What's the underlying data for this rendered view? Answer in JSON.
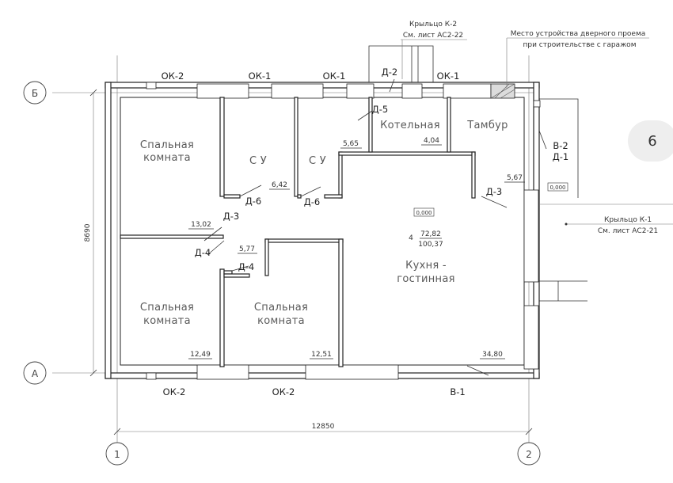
{
  "axes": {
    "row_top": "Б",
    "row_bottom": "А",
    "col_left": "1",
    "col_right": "2"
  },
  "dimensions": {
    "width": "12850",
    "height": "8690"
  },
  "windows": {
    "ok1": "ОК-1",
    "ok2": "ОК-2"
  },
  "doors": {
    "d1": "Д-1",
    "d2": "Д-2",
    "d3": "Д-3",
    "d4": "Д-4",
    "d5": "Д-5",
    "d6": "Д-6",
    "v1": "В-1",
    "v2": "В-2"
  },
  "rooms": {
    "bedroom_top_1": "Спальная",
    "bedroom_top_2": "комната",
    "bath1": "С У",
    "bath2": "С У",
    "boiler": "Котельная",
    "vestibule": "Тамбур",
    "kitchen_1": "Кухня -",
    "kitchen_2": "гостинная",
    "bedroom_bl_1": "Спальная",
    "bedroom_bl_2": "комната",
    "bedroom_bm_1": "Спальная",
    "bedroom_bm_2": "комната"
  },
  "areas": {
    "a5_65": "5,65",
    "a4_04": "4,04",
    "a5_67": "5,67",
    "a6_42": "6,42",
    "a13_02": "13,02",
    "a5_77": "5,77",
    "a12_49": "12,49",
    "a12_51": "12,51",
    "a34_80": "34,80",
    "a72_82": "72,82",
    "a100_37": "100,37",
    "room_count": "4"
  },
  "levels": {
    "level_center": "0,000",
    "level_right": "0,000"
  },
  "notes": {
    "porch_k2_1": "Крыльцо К-2",
    "porch_k2_2": "См. лист АС2-22",
    "porch_k1_1": "Крыльцо К-1",
    "porch_k1_2": "См. лист АС2-21",
    "garage_1": "Место устройства дверного проема",
    "garage_2": "при строительстве с гаражом"
  },
  "page_badge": "6"
}
